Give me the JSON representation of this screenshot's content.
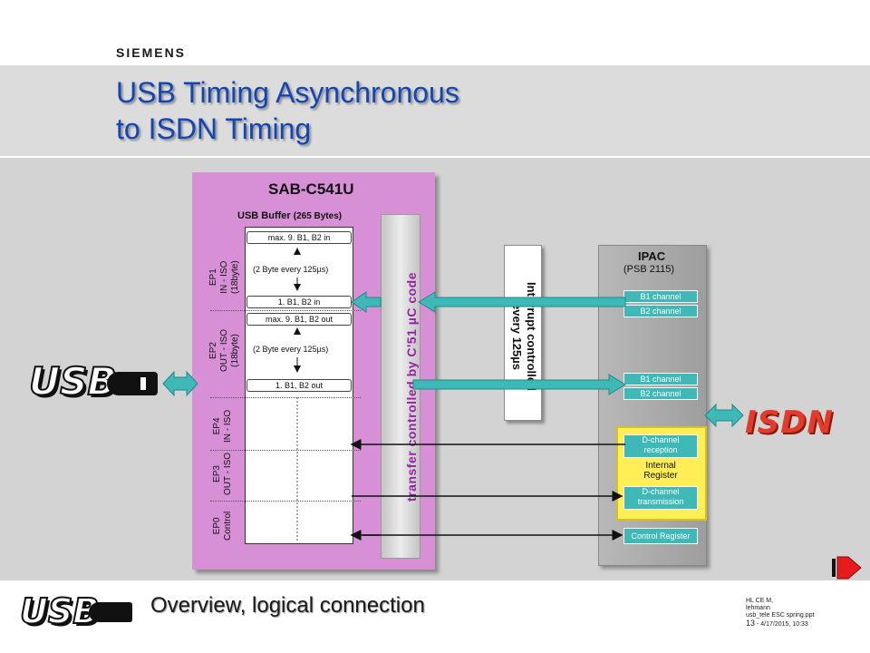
{
  "header": {
    "brand": "SIEMENS",
    "title_line1": "USB Timing Asynchronous",
    "title_line2": "to ISDN Timing"
  },
  "sab": {
    "title": "SAB-C541U",
    "buffer_title": "USB Buffer",
    "buffer_size": "(265 Bytes)",
    "cells": {
      "ep1_top": "max. 9. B1, B2 in",
      "ep1_bottom": "1. B1, B2 in",
      "ep2_top": "max. 9. B1, B2 out",
      "ep2_bottom": "1. B1, B2 out"
    },
    "notes": {
      "ep1": "(2 Byte every 125µs)",
      "ep2": "(2 Byte every 125µs)"
    },
    "endpoints": {
      "ep1": [
        "EP1",
        "IN - ISO",
        "(18byte)"
      ],
      "ep2": [
        "EP2",
        "OUT - ISO",
        "(18byte)"
      ],
      "ep4": [
        "EP4",
        "IN - ISO"
      ],
      "ep3": [
        "EP3",
        "OUT - ISO"
      ],
      "ep0": [
        "EP0",
        "Control"
      ]
    }
  },
  "transfer_label": "transfer controlled by C'51 µC code",
  "interrupt_label": [
    "Interrupt controlled",
    "every 125µs"
  ],
  "ipac": {
    "title": "IPAC",
    "subtitle": "(PSB 2115)",
    "channels": [
      "B1 channel",
      "B2 channel",
      "B1 channel",
      "B2 channel"
    ],
    "d_reception": [
      "D-channel",
      "reception"
    ],
    "internal_register": [
      "Internal",
      "Register"
    ],
    "d_transmission": [
      "D-channel",
      "transmission"
    ],
    "control_register": "Control Register"
  },
  "logos": {
    "usb_main": "USB",
    "usb_footer": "USB",
    "isdn": "ISDN"
  },
  "footer": {
    "title": "Overview, logical connection",
    "meta_line1": "HL CE M,",
    "meta_line2": "lehmann",
    "meta_line3": "usb_tele  ESC spring.ppt",
    "page_number": "13",
    "date": "- 4/17/2015,",
    "time": "10:33"
  },
  "colors": {
    "title_blue": "#1346b3",
    "sab_purple": "#d78fd6",
    "teal": "#3fb8b8",
    "transfer_text": "#9b1ea6",
    "register_yellow": "#ffee55",
    "isdn_red": "#e23b2c"
  }
}
